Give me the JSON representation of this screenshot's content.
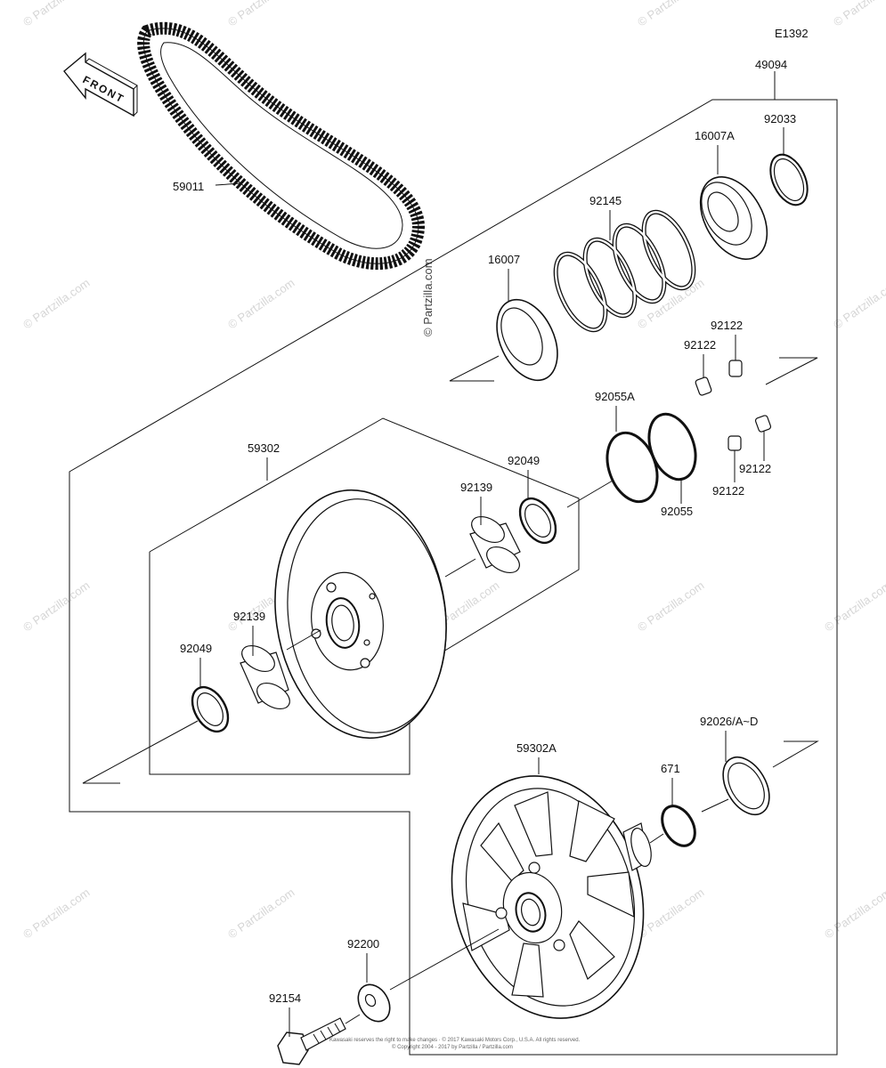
{
  "diagram": {
    "code": "E1392",
    "front_label": "FRONT",
    "watermark": "© Partzilla.com",
    "footer_lines": [
      "Kawasaki reserves the right to make changes · © 2017 Kawasaki Motors Corp., U.S.A. All rights reserved.",
      "© Copyright 2004 - 2017 by Partzilla / Partzilla.com"
    ],
    "callouts": [
      {
        "id": "49094",
        "text": "49094"
      },
      {
        "id": "92033",
        "text": "92033"
      },
      {
        "id": "16007A",
        "text": "16007A"
      },
      {
        "id": "92145",
        "text": "92145"
      },
      {
        "id": "59011",
        "text": "59011"
      },
      {
        "id": "16007",
        "text": "16007"
      },
      {
        "id": "92122-a",
        "text": "92122"
      },
      {
        "id": "92122-b",
        "text": "92122"
      },
      {
        "id": "92122-c",
        "text": "92122"
      },
      {
        "id": "92122-d",
        "text": "92122"
      },
      {
        "id": "92055A",
        "text": "92055A"
      },
      {
        "id": "92055",
        "text": "92055"
      },
      {
        "id": "59302",
        "text": "59302"
      },
      {
        "id": "92049-a",
        "text": "92049"
      },
      {
        "id": "92139-a",
        "text": "92139"
      },
      {
        "id": "92139-b",
        "text": "92139"
      },
      {
        "id": "92049-b",
        "text": "92049"
      },
      {
        "id": "59302A",
        "text": "59302A"
      },
      {
        "id": "671",
        "text": "671"
      },
      {
        "id": "92026",
        "text": "92026/A~D"
      },
      {
        "id": "92200",
        "text": "92200"
      },
      {
        "id": "92154",
        "text": "92154"
      }
    ]
  }
}
